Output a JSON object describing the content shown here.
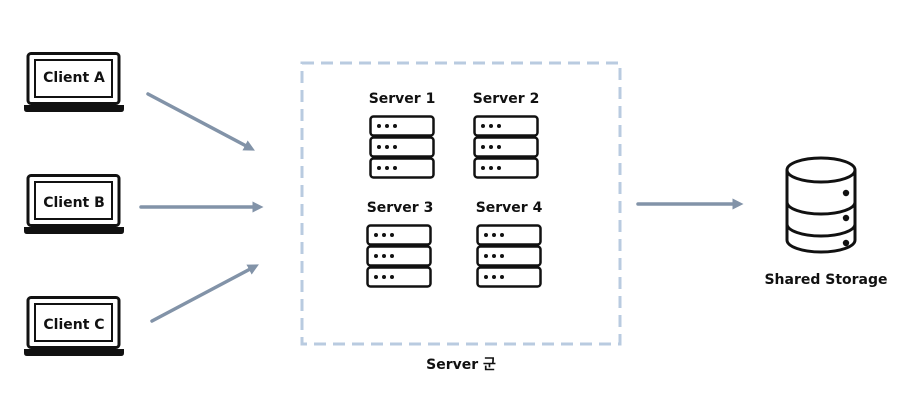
{
  "clients": [
    {
      "label": "Client A"
    },
    {
      "label": "Client B"
    },
    {
      "label": "Client C"
    }
  ],
  "servers": [
    {
      "label": "Server 1"
    },
    {
      "label": "Server 2"
    },
    {
      "label": "Server 3"
    },
    {
      "label": "Server 4"
    }
  ],
  "cluster": {
    "label": "Server 군"
  },
  "storage": {
    "label": "Shared Storage"
  },
  "colors": {
    "arrow": "#8293a8",
    "cluster_border": "#b9cbe0",
    "outline": "#111111"
  },
  "icons": {
    "client": "laptop-icon",
    "server": "server-rack-icon",
    "storage": "database-icon"
  }
}
